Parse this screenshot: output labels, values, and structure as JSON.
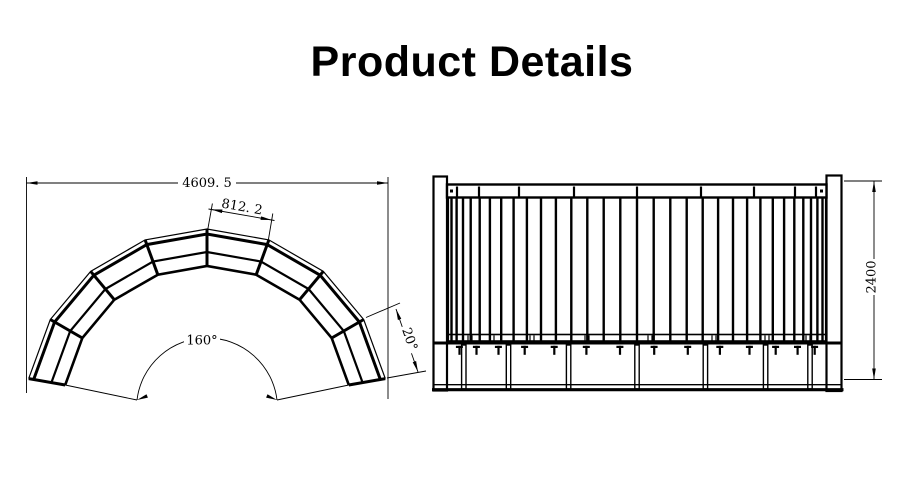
{
  "page": {
    "title": "Product Details"
  },
  "drawings": {
    "top_view": {
      "label": "arched-unit-top-view",
      "dims": {
        "overall_width": "4609. 5",
        "segment_width": "812. 2",
        "arc_angle": "160°",
        "segment_angle": "20°"
      }
    },
    "front_view": {
      "label": "front-elevation",
      "dims": {
        "height": "2400"
      }
    }
  }
}
